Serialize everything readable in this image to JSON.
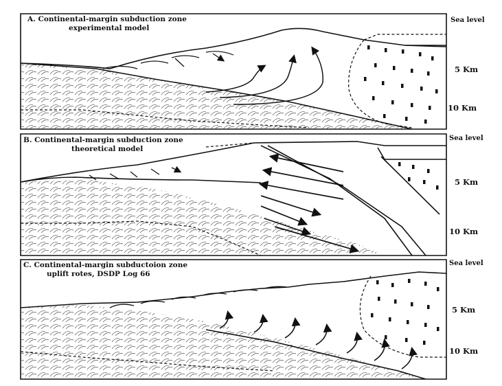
{
  "panels": [
    {
      "id": "A",
      "title_line1": "A.  Continental-margin subduction zone",
      "title_line2": "experimental model",
      "scale": {
        "sea": "Sea level",
        "mid_num": "5",
        "mid_unit": "Km",
        "deep_num": "10",
        "deep_unit": "Km"
      }
    },
    {
      "id": "B",
      "title_line1": "B.  Continental-margin subduction zone",
      "title_line2": "theoretical model",
      "scale": {
        "sea": "Sea level",
        "mid_num": "5",
        "mid_unit": "Km",
        "deep_num": "10",
        "deep_unit": "Km"
      }
    },
    {
      "id": "C",
      "title_line1": "C.   Continental-margin subductoion zone",
      "title_line2": "uplift rotes, DSDP Log 66",
      "scale": {
        "sea": "Sea level",
        "mid_num": "5",
        "mid_unit": "Km",
        "deep_num": "10",
        "deep_unit": "Km"
      }
    }
  ],
  "colors": {
    "ink": "#111111",
    "background": "#ffffff",
    "hatch": "#555555"
  }
}
